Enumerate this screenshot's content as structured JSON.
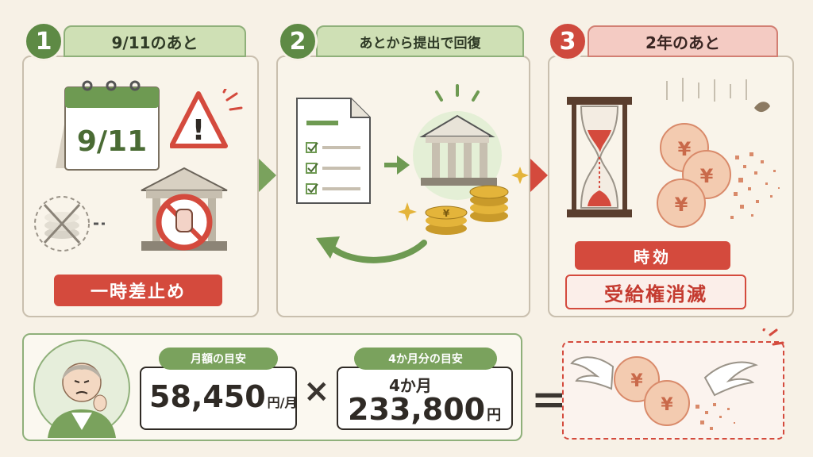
{
  "steps": [
    {
      "number": "1",
      "title": "9/11のあと",
      "calendar": "9/11",
      "badge": "一時差止め"
    },
    {
      "number": "2",
      "title": "あとから提出で回復"
    },
    {
      "number": "3",
      "title": "2年のあと",
      "badge_top": "時効",
      "badge_bottom": "受給権消滅"
    }
  ],
  "calc": {
    "monthly": {
      "label": "月額の目安",
      "value": "58,450",
      "unit": "円/月"
    },
    "operator_times": "×",
    "total": {
      "label": "4か月分の目安",
      "months": "4か月",
      "value": "233,800",
      "unit": "円"
    },
    "operator_equals": "＝"
  },
  "icons": {
    "yen": "¥",
    "warning": "!"
  },
  "colors": {
    "green": "#5e8a45",
    "red": "#d44a3d",
    "gold": "#e4b43a",
    "cream": "#f7f1e6"
  }
}
